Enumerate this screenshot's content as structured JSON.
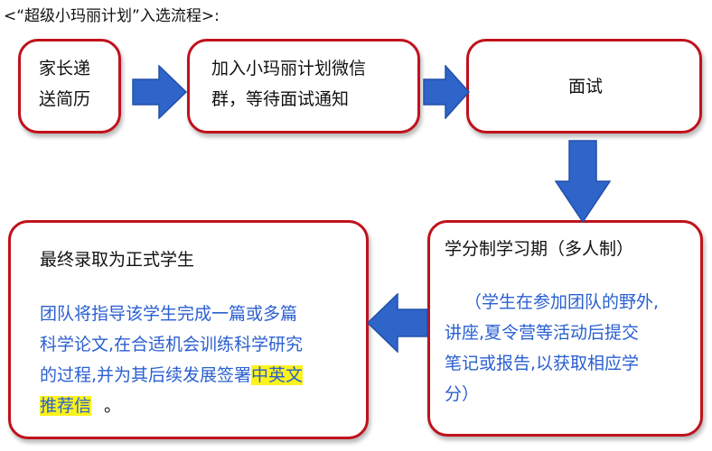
{
  "title": "<“超级小玛丽计划”入选流程>:",
  "steps": {
    "step1": {
      "line1": "家长递",
      "line2": "送简历"
    },
    "step2": {
      "line1": "加入小玛丽计划微信",
      "line2": "群，等待面试通知"
    },
    "step3": {
      "text": "面试"
    },
    "step4": {
      "heading": "学分制学习期（多人制）",
      "body1": "（学生在参加团队的野外,",
      "body2": "讲座,夏令营等活动后提交",
      "body3": "笔记或报告,以获取相应学",
      "body4": "分）"
    },
    "step5": {
      "heading": "最终录取为正式学生",
      "body1": "团队将指导该学生完成一篇或多篇",
      "body2": "科学论文,在合适机会训练科学研究",
      "body3_pre": "的过程,并为其后续发展签署",
      "body3_hl": "中英文",
      "body4_hl": "推荐信",
      "body4_post": "。"
    }
  },
  "colors": {
    "border": "#c0121c",
    "arrow": "#2f64c9",
    "blue_text": "#2a5fd0",
    "highlight": "#fbf21c"
  },
  "icons": {
    "arrow": "block-arrow-icon"
  }
}
